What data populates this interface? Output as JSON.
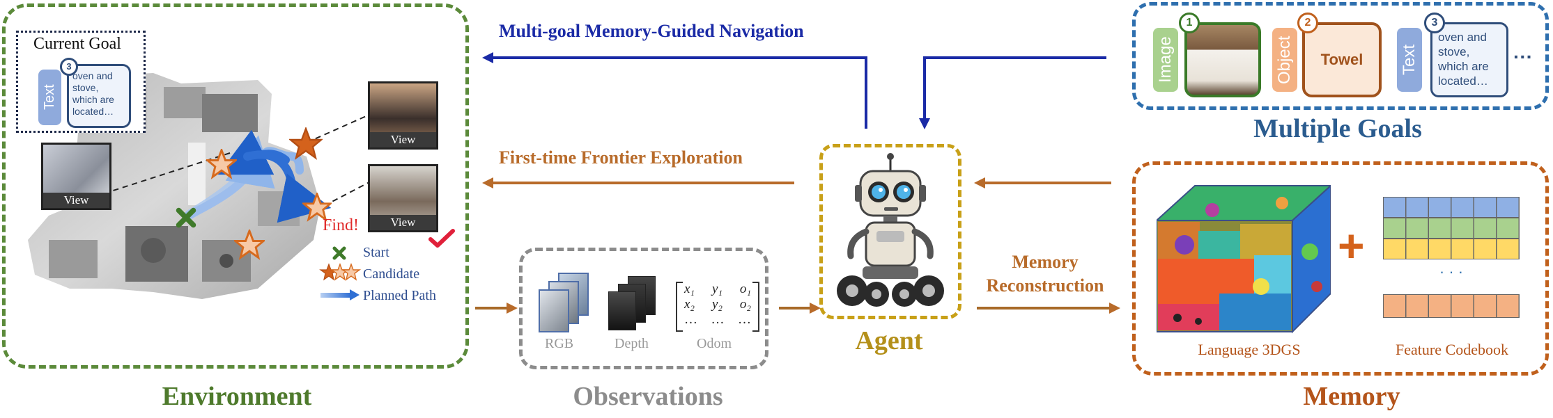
{
  "arrows": {
    "top_label": "Multi-goal Memory-Guided Navigation",
    "middle_label": "First-time Frontier Exploration",
    "memory_label_line1": "Memory",
    "memory_label_line2": "Reconstruction"
  },
  "environment": {
    "title": "Environment",
    "current_goal_title": "Current Goal",
    "goal_tag": "Text",
    "goal_number": "3",
    "goal_text": "oven and stove, which are located…",
    "view_label": "View",
    "find_label": "Find!",
    "legend": {
      "start": "Start",
      "candidate": "Candidate",
      "planned_path": "Planned Path"
    }
  },
  "observations": {
    "title": "Observations",
    "rgb": "RGB",
    "depth": "Depth",
    "odom": "Odom",
    "matrix": {
      "row1": [
        "x₁",
        "y₁",
        "o₁"
      ],
      "row2": [
        "x₂",
        "y₂",
        "o₂"
      ],
      "row3": [
        "…",
        "…",
        "…"
      ]
    }
  },
  "agent": {
    "title": "Agent"
  },
  "goals": {
    "title": "Multiple Goals",
    "image_tag": "Image",
    "object_tag": "Object",
    "text_tag": "Text",
    "n1": "1",
    "n2": "2",
    "n3": "3",
    "object_value": "Towel",
    "text_value": "oven and stove, which are located…",
    "more": "···"
  },
  "memory": {
    "title": "Memory",
    "language_caption": "Language 3DGS",
    "codebook_caption": "Feature Codebook",
    "plus": "+",
    "dots": "· · ·"
  },
  "colors": {
    "environment": "#5b8a3a",
    "observations": "#8c8c8c",
    "agent": "#c8a018",
    "goals": "#2e6fae",
    "memory": "#c0601c",
    "nav_arrow": "#1a2aa6",
    "explore_arrow": "#b86b2a",
    "obs_arrow": "#a86a28"
  }
}
